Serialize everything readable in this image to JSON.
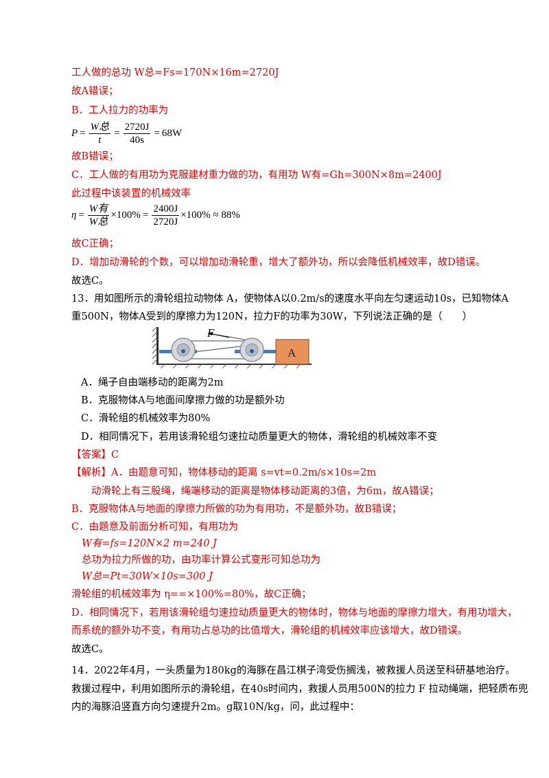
{
  "prev_solution": {
    "total_work": "工人做的总功 W总=Fs=170N×16m=2720J",
    "a_wrong": "故A错误；",
    "b_intro": "B．工人拉力的功率为",
    "power_formula": {
      "lhs": "P",
      "frac1_num": "W总",
      "frac1_den": "t",
      "frac2_num": "2720J",
      "frac2_den": "40s",
      "result": "68W"
    },
    "b_wrong": "故B错误；",
    "c_useful": "C．工人做的有用功为克服建材重力做的功，有用功 W有=Gh=300N×8m=2400J",
    "c_eff_intro": "此过程中该装置的机械效率",
    "eff_formula": {
      "lhs": "η",
      "frac1_num": "W有",
      "frac1_den": "W总",
      "mult1": "×100%",
      "frac2_num": "2400J",
      "frac2_den": "2720J",
      "mult2": "×100% ≈ 88%"
    },
    "c_right": "故C正确；",
    "d_text": "D．增加动滑轮的个数，可以增加动滑轮重，增大了额外功，所以会降低机械效率，故D错误。",
    "choose": "故选C。"
  },
  "q13": {
    "stem_line1": "13．用如图所示的滑轮组拉动物体 A，使物体A以0.2m/s的速度水平向左匀速运动10s，已知物体A",
    "stem_line2": "重500N，物体A受到的摩擦力为120N，拉力F的功率为30W，下列说法正确的是（　　）",
    "figure": {
      "force_label": "F",
      "block_label": "A"
    },
    "options": [
      "A．绳子自由端移动的距离为2m",
      "B．克服物体A与地面间摩擦力做的功是额外功",
      "C．滑轮组的机械效率为80%",
      "D．相同情况下，若用该滑轮组匀速拉动质量更大的物体，滑轮组的机械效率不变"
    ],
    "answer_tag": "【答案】",
    "answer": "C",
    "analysis_tag": "【解析】",
    "analysis_a1": "A．由题意可知，物体移动的距离 s=vt=0.2m/s×10s=2m",
    "analysis_a2": "动滑轮上有三股绳，绳端移动的距离是物体移动距离的3倍，为6m，故A错误；",
    "analysis_b": "B．克服物体A与地面的摩擦力所做的功为有用功，不是额外功，故B错误；",
    "analysis_c1": "C．由题意及前面分析可知，有用功为",
    "analysis_c2": "W有=fs=120N×2 m=240 J",
    "analysis_c3": "总功为拉力所做的功，由功率计算公式变形可知总功为",
    "analysis_c4": "W总=Pt=30W×10s=300 J",
    "analysis_c5": "滑轮组的机械效率为 η==×100%=80%，故C正确；",
    "analysis_d1": "D．相同情况下，若用该滑轮组匀速拉动质量更大的物体时，物体与地面的摩擦力增大，有用功增大，",
    "analysis_d2": "而系统的额外功不变，有用功占总功的比值增大，滑轮组的机械效率应该增大，故D错误。",
    "choose": "故选C。"
  },
  "q14": {
    "line1": "14．2022年4月，一头质量为180kg的海豚在昌江棋子湾受伤搁浅，被救援人员送至科研基地治疗。",
    "line2": "救援过程中，利用如图所示的滑轮组，在40s时间内，救援人员用500N的拉力 F 拉动绳端，把轻质布兜",
    "line3": "内的海豚沿竖直方向匀速提升2m。g取10N/kg，问，此过程中："
  }
}
